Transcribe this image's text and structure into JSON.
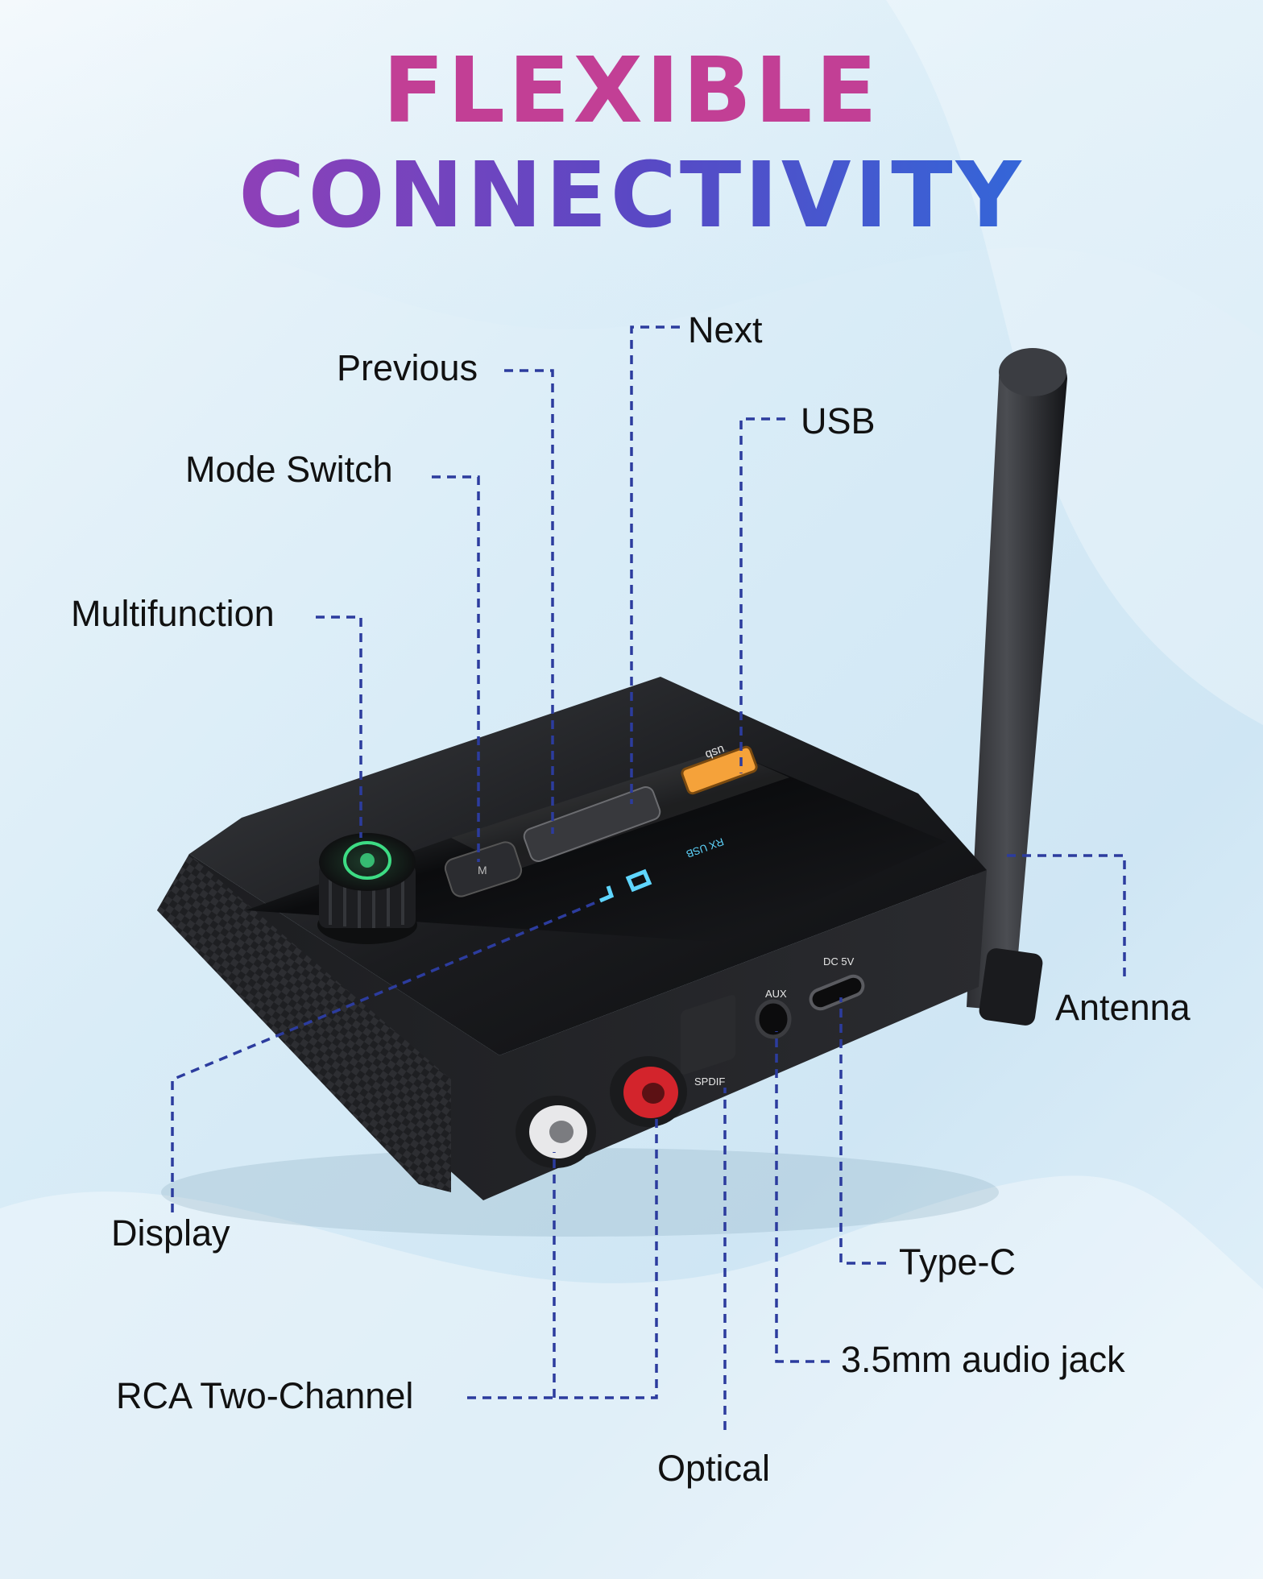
{
  "title": {
    "word1": "FLEXIBLE",
    "word2": "CONNECTIVITY"
  },
  "labels": {
    "next": "Next",
    "previous": "Previous",
    "usb": "USB",
    "mode_switch": "Mode Switch",
    "multifunction": "Multifunction",
    "antenna": "Antenna",
    "display": "Display",
    "type_c": "Type-C",
    "audio_jack": "3.5mm audio jack",
    "rca": "RCA Two-Channel",
    "optical": "Optical"
  },
  "device_markings": {
    "usb_port": "usb",
    "display_text": "RX  USB",
    "aux": "AUX",
    "dc": "DC 5V",
    "spdif": "SPDIF",
    "mode_button": "M"
  },
  "colors": {
    "title_pink": "#c23f95",
    "title_blue": "#3466d8",
    "leader_line": "#2c3c9e",
    "usb_port": "#f5a23a",
    "display_glow": "#5fd6ff",
    "knob_ring": "#3ddc84",
    "rca_red": "#d3242c"
  }
}
